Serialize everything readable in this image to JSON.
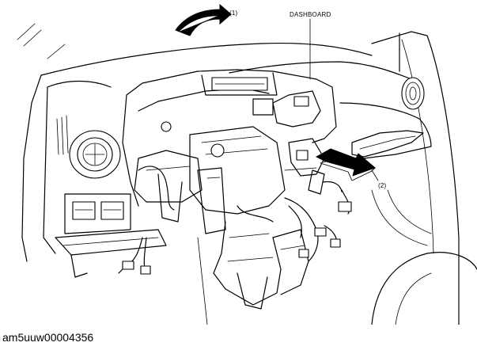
{
  "labels": {
    "step1": "(1)",
    "step2": "(2)",
    "dashboard": "DASHBOARD"
  },
  "document_id": "am5uuw00004356",
  "colors": {
    "line": "#000000",
    "background": "#ffffff"
  }
}
